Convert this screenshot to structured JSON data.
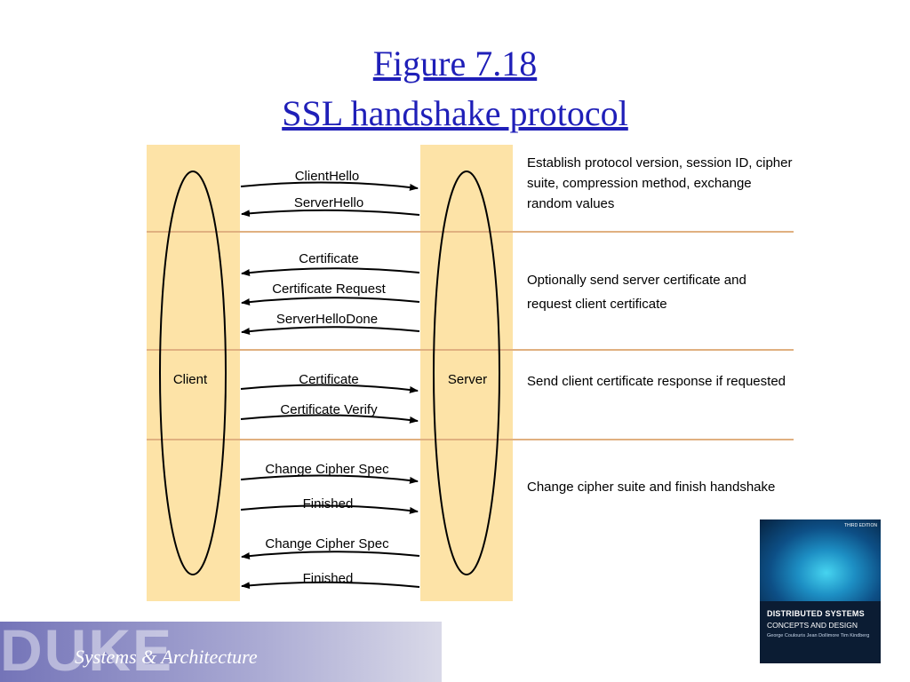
{
  "title": {
    "line1": "Figure 7.18",
    "line2": "SSL handshake protocol"
  },
  "colors": {
    "title": "#1f1fb8",
    "column": "#fde3a7",
    "divider": "#e0b080",
    "footer": "#7474b8"
  },
  "entities": {
    "client": "Client",
    "server": "Server"
  },
  "phases": [
    {
      "description": "Establish protocol version, session ID, cipher suite, compression method, exchange random values",
      "messages": [
        {
          "label": "ClientHello",
          "direction": "client-to-server"
        },
        {
          "label": "ServerHello",
          "direction": "server-to-client"
        }
      ]
    },
    {
      "description": "Optionally send server certificate and request client certificate",
      "messages": [
        {
          "label": "Certificate",
          "direction": "server-to-client"
        },
        {
          "label": "Certificate Request",
          "direction": "server-to-client"
        },
        {
          "label": "ServerHelloDone",
          "direction": "server-to-client"
        }
      ]
    },
    {
      "description": "Send client certificate response if requested",
      "messages": [
        {
          "label": "Certificate",
          "direction": "client-to-server"
        },
        {
          "label": "Certificate Verify",
          "direction": "client-to-server"
        }
      ]
    },
    {
      "description": "Change cipher suite and finish handshake",
      "messages": [
        {
          "label": "Change Cipher Spec",
          "direction": "client-to-server"
        },
        {
          "label": "Finished",
          "direction": "client-to-server"
        },
        {
          "label": "Change Cipher Spec",
          "direction": "server-to-client"
        },
        {
          "label": "Finished",
          "direction": "server-to-client"
        }
      ]
    }
  ],
  "book": {
    "edition": "THIRD EDITION",
    "title": "DISTRIBUTED SYSTEMS",
    "subtitle": "CONCEPTS AND DESIGN",
    "authors": "George Coulouris  Jean Dollimore  Tim Kindberg"
  },
  "footer": {
    "logo": "DUKE",
    "text": "Systems & Architecture"
  }
}
